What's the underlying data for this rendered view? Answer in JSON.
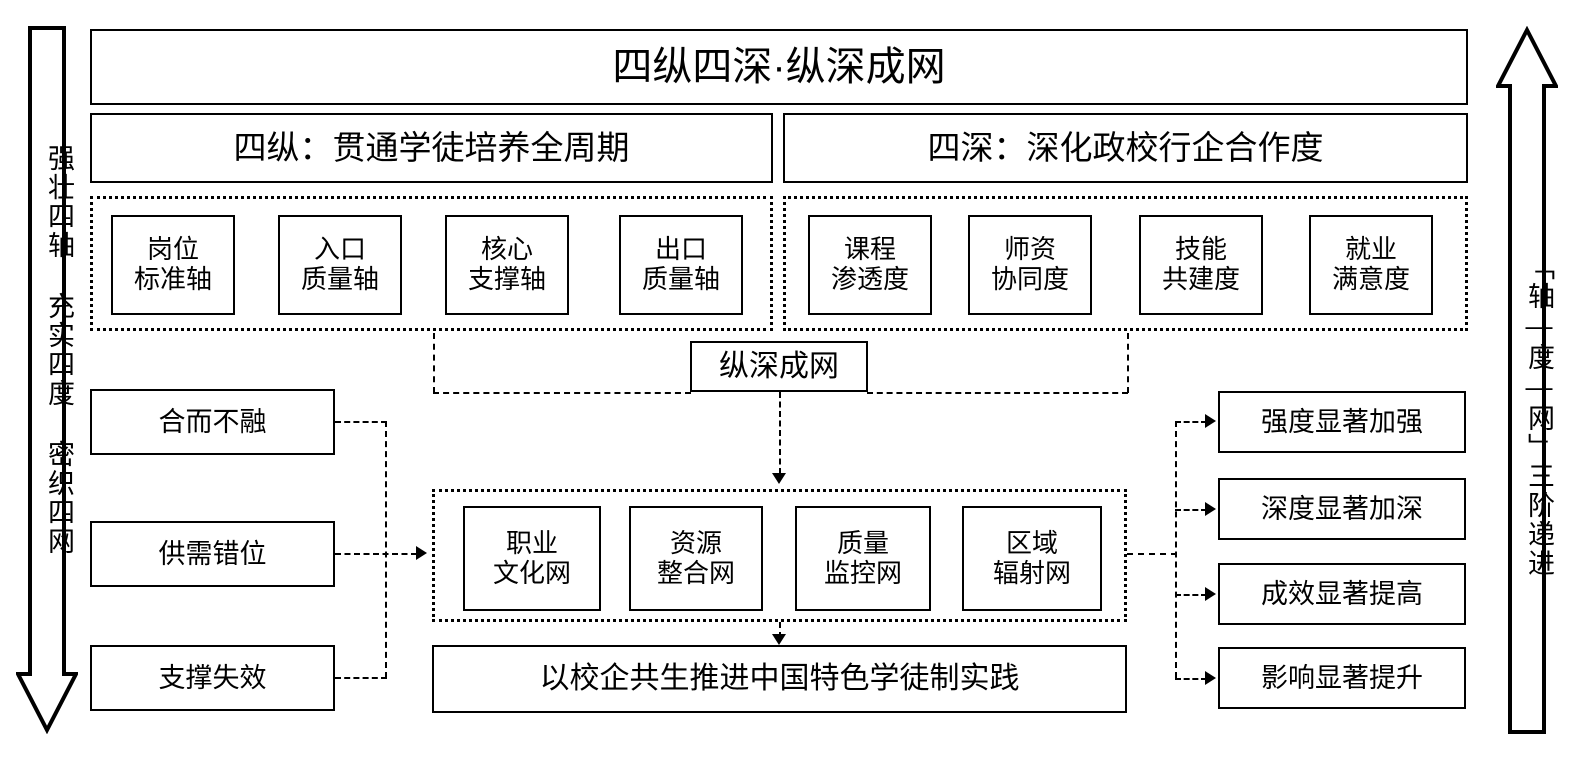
{
  "title": "四纵四深·纵深成网",
  "headers": {
    "left": "四纵：贯通学徒培养全周期",
    "right": "四深：深化政校行企合作度"
  },
  "left_arrow": {
    "label": "强壮四轴 充实四度 密织四网",
    "direction": "down"
  },
  "right_arrow": {
    "label": "「轴—度—网」三阶递进",
    "direction": "up"
  },
  "axes_left": [
    {
      "label": "岗位\n标准轴"
    },
    {
      "label": "入口\n质量轴"
    },
    {
      "label": "核心\n支撑轴"
    },
    {
      "label": "出口\n质量轴"
    }
  ],
  "axes_right": [
    {
      "label": "课程\n渗透度"
    },
    {
      "label": "师资\n协同度"
    },
    {
      "label": "技能\n共建度"
    },
    {
      "label": "就业\n满意度"
    }
  ],
  "bridge": {
    "label": "纵深成网"
  },
  "nets": [
    {
      "label": "职业\n文化网"
    },
    {
      "label": "资源\n整合网"
    },
    {
      "label": "质量\n监控网"
    },
    {
      "label": "区域\n辐射网"
    }
  ],
  "problems": [
    {
      "label": "合而不融"
    },
    {
      "label": "供需错位"
    },
    {
      "label": "支撑失效"
    }
  ],
  "outcomes": [
    {
      "label": "强度显著加强"
    },
    {
      "label": "深度显著加深"
    },
    {
      "label": "成效显著提高"
    },
    {
      "label": "影响显著提升"
    }
  ],
  "conclusion": "以校企共生推进中国特色学徒制实践",
  "colors": {
    "stroke": "#000000",
    "background": "#ffffff"
  }
}
